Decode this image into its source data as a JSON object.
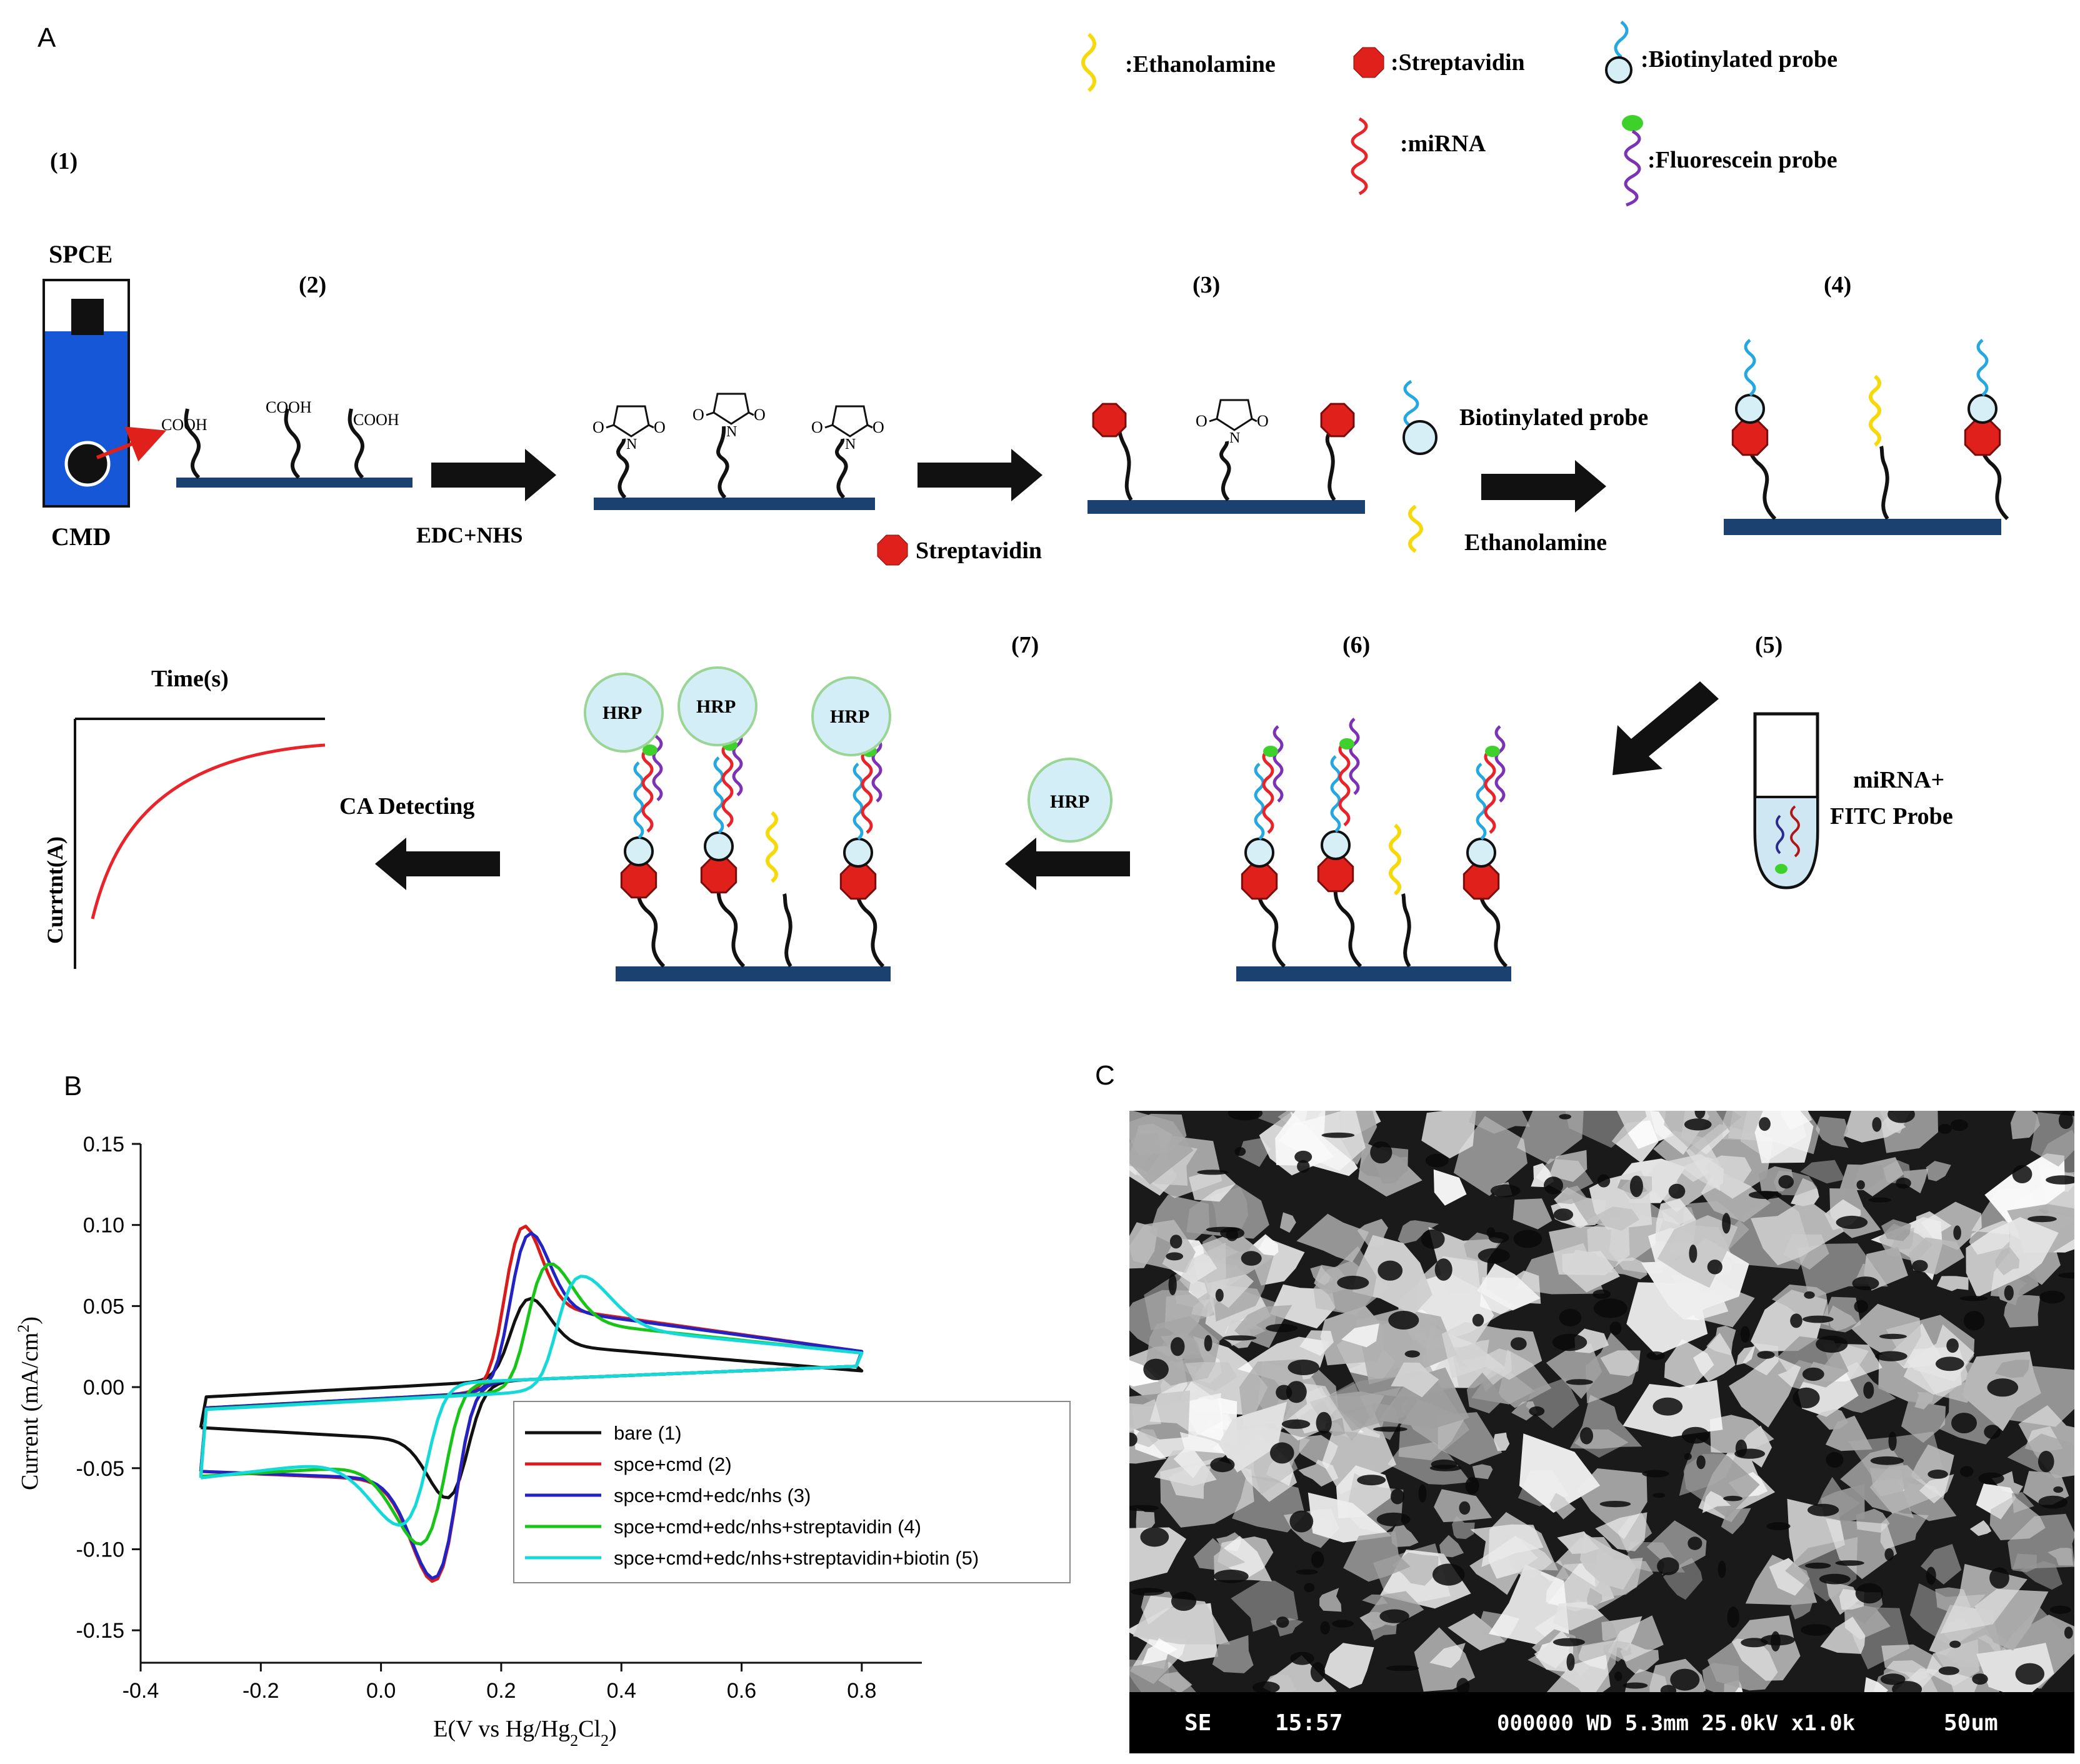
{
  "panel_labels": {
    "a": "A",
    "b": "B",
    "c": "C"
  },
  "legend_a": {
    "ethanolamine": ":Ethanolamine",
    "streptavidin": ":Streptavidin",
    "biotinylated_probe": ":Biotinylated probe",
    "mirna": ":miRNA",
    "fluorescein_probe": ":Fluorescein probe"
  },
  "steps": {
    "s1": "(1)",
    "s2": "(2)",
    "s3": "(3)",
    "s4": "(4)",
    "s5": "(5)",
    "s6": "(6)",
    "s7": "(7)"
  },
  "labels": {
    "spce": "SPCE",
    "cmd": "CMD",
    "cooh": "COOH",
    "o": "O",
    "n": "N",
    "edc_nhs": "EDC+NHS",
    "streptavidin": "Streptavidin",
    "biotinylated_probe": "Biotinylated probe",
    "ethanolamine": "Ethanolamine",
    "mirna_line1": "miRNA+",
    "mirna_line2": "FITC Probe",
    "hrp": "HRP",
    "ca_detecting": "CA Detecting",
    "time": "Time(s)",
    "current": "Currtnt(A)"
  },
  "colors": {
    "substrate": "#1a4170",
    "spce_body": "#1557d6",
    "streptavidin": "#e0201b",
    "biotin_fill": "#d6eef5",
    "biotin_tail": "#25a7e0",
    "ethanolamine": "#f5d90a",
    "mirna": "#e8232a",
    "fluorescein": "#7b32b5",
    "fitc_dot": "#3fd12b",
    "hrp_fill": "#d4eef7",
    "hrp_stroke": "#9ad596"
  },
  "chart_data": {
    "type": "line",
    "title": "",
    "xlabel": "E(V vs Hg/Hg2Cl2)",
    "ylabel": "Current (mA/cm2)",
    "xlim": [
      -0.4,
      0.9
    ],
    "ylim": [
      -0.17,
      0.15
    ],
    "xticks": [
      -0.4,
      -0.2,
      0.0,
      0.2,
      0.4,
      0.6,
      0.8
    ],
    "yticks": [
      -0.15,
      -0.1,
      -0.05,
      0.0,
      0.05,
      0.1,
      0.15
    ],
    "xtick_labels": [
      "-0.4",
      "-0.2",
      "0.0",
      "0.2",
      "0.4",
      "0.6",
      "0.8"
    ],
    "ytick_labels": [
      "-0.15",
      "-0.10",
      "-0.05",
      "0.00",
      "0.05",
      "0.10",
      "0.15"
    ],
    "grid": false,
    "legend_position": "lower-right",
    "series": [
      {
        "name": "bare (1)",
        "color": "#111111",
        "x_start": -0.3,
        "x_end": 0.8,
        "anodic_peak": [
          0.24,
          0.061
        ],
        "cathodic_peak": [
          0.12,
          -0.075
        ],
        "start_current": -0.025,
        "end_current": 0.01
      },
      {
        "name": "spce+cmd (2)",
        "color": "#d81b1b",
        "x_start": -0.3,
        "x_end": 0.8,
        "anodic_peak": [
          0.23,
          0.11
        ],
        "cathodic_peak": [
          0.1,
          -0.13
        ],
        "start_current": -0.052,
        "end_current": 0.022
      },
      {
        "name": "spce+cmd+edc/nhs (3)",
        "color": "#2323c4",
        "x_start": -0.3,
        "x_end": 0.8,
        "anodic_peak": [
          0.24,
          0.105
        ],
        "cathodic_peak": [
          0.1,
          -0.128
        ],
        "start_current": -0.052,
        "end_current": 0.022
      },
      {
        "name": "spce+cmd+edc/nhs+streptavidin (4)",
        "color": "#19c419",
        "x_start": -0.3,
        "x_end": 0.8,
        "anodic_peak": [
          0.27,
          0.084
        ],
        "cathodic_peak": [
          0.08,
          -0.104
        ],
        "start_current": -0.055,
        "end_current": 0.021
      },
      {
        "name": "spce+cmd+edc/nhs+streptavidin+biotin (5)",
        "color": "#15d9d9",
        "x_start": -0.3,
        "x_end": 0.8,
        "anodic_peak": [
          0.32,
          0.075
        ],
        "cathodic_peak": [
          0.05,
          -0.09
        ],
        "start_current": -0.056,
        "end_current": 0.021
      }
    ]
  },
  "sem": {
    "mode": "SE",
    "time": "15:57",
    "info": "000000 WD 5.3mm 25.0kV x1.0k",
    "scale": "50um"
  }
}
